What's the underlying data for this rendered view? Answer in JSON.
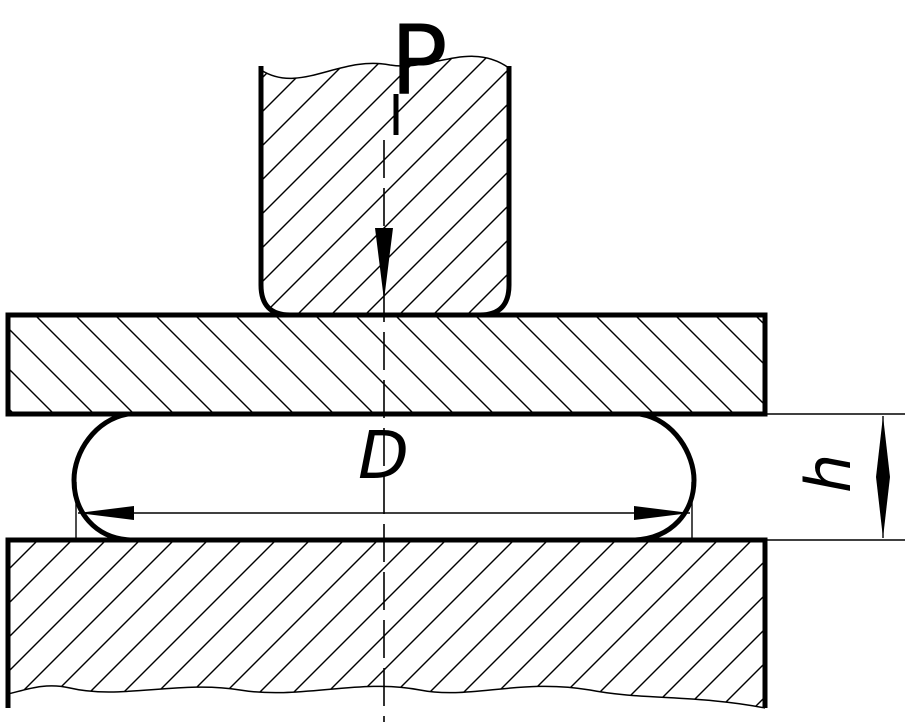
{
  "labels": {
    "force": "P",
    "diameter": "D",
    "height": "h"
  },
  "colors": {
    "stroke": "#000000",
    "background": "#ffffff"
  }
}
